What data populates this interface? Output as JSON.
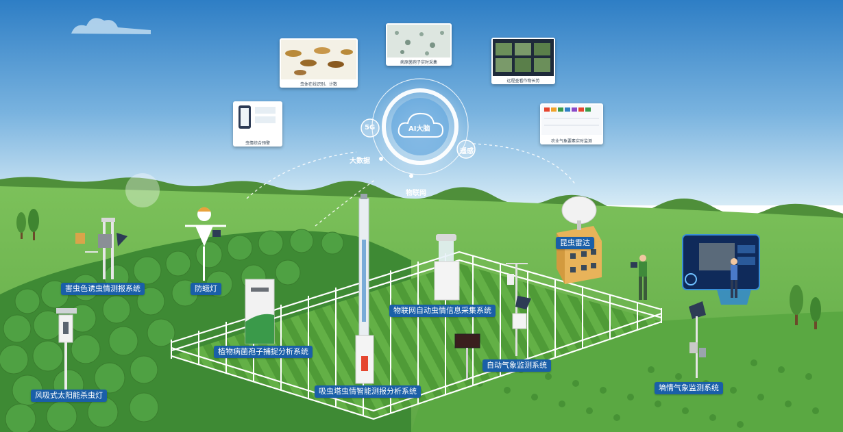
{
  "ai_hub": {
    "center": "AI大脑",
    "nodes": {
      "n5g": "5G",
      "bigdata": "大数据",
      "remote": "遥感",
      "iot": "物联网"
    }
  },
  "cards": {
    "phone": "虫情综合预警",
    "insects": "虫体在线识别、计数",
    "microscope": "病原菌孢子实时采集",
    "crops": "远程查看作物长势",
    "weather": "农业气象要素实时监测"
  },
  "devices": {
    "pest_trap": "害虫色诱虫情测报系统",
    "moth_lamp": "防蛾灯",
    "spore": "植物病菌孢子捕捉分析系统",
    "tower": "吸虫塔虫情智能测报分析系统",
    "iot_collect": "物联网自动虫情信息采集系统",
    "weather_station": "自动气象监测系统",
    "radar": "昆虫雷达",
    "wind_lamp": "风吸式太阳能杀虫灯",
    "soil": "墒情气象监测系统"
  },
  "colors": {
    "label_bg": "#1a5fa8",
    "sky_top": "#2f7fc6",
    "field": "#4e9a3a"
  }
}
